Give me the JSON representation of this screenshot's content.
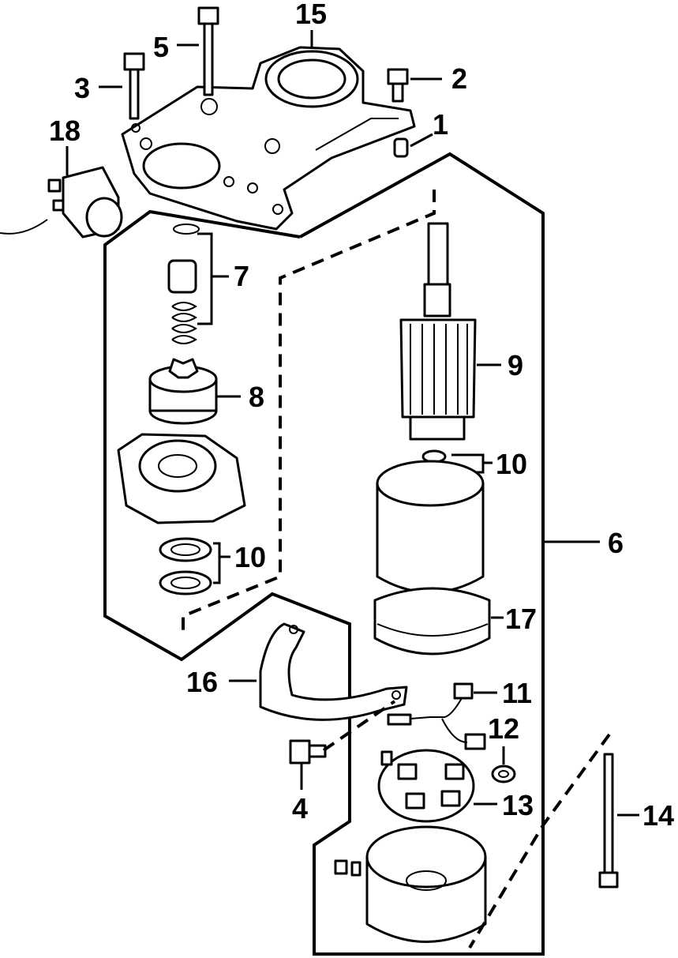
{
  "callouts": {
    "c1": "1",
    "c2": "2",
    "c3": "3",
    "c4": "4",
    "c5": "5",
    "c6": "6",
    "c7": "7",
    "c8": "8",
    "c9": "9",
    "c10a": "10",
    "c10b": "10",
    "c11": "11",
    "c12": "12",
    "c13": "13",
    "c14": "14",
    "c15": "15",
    "c16": "16",
    "c17": "17",
    "c18": "18"
  }
}
